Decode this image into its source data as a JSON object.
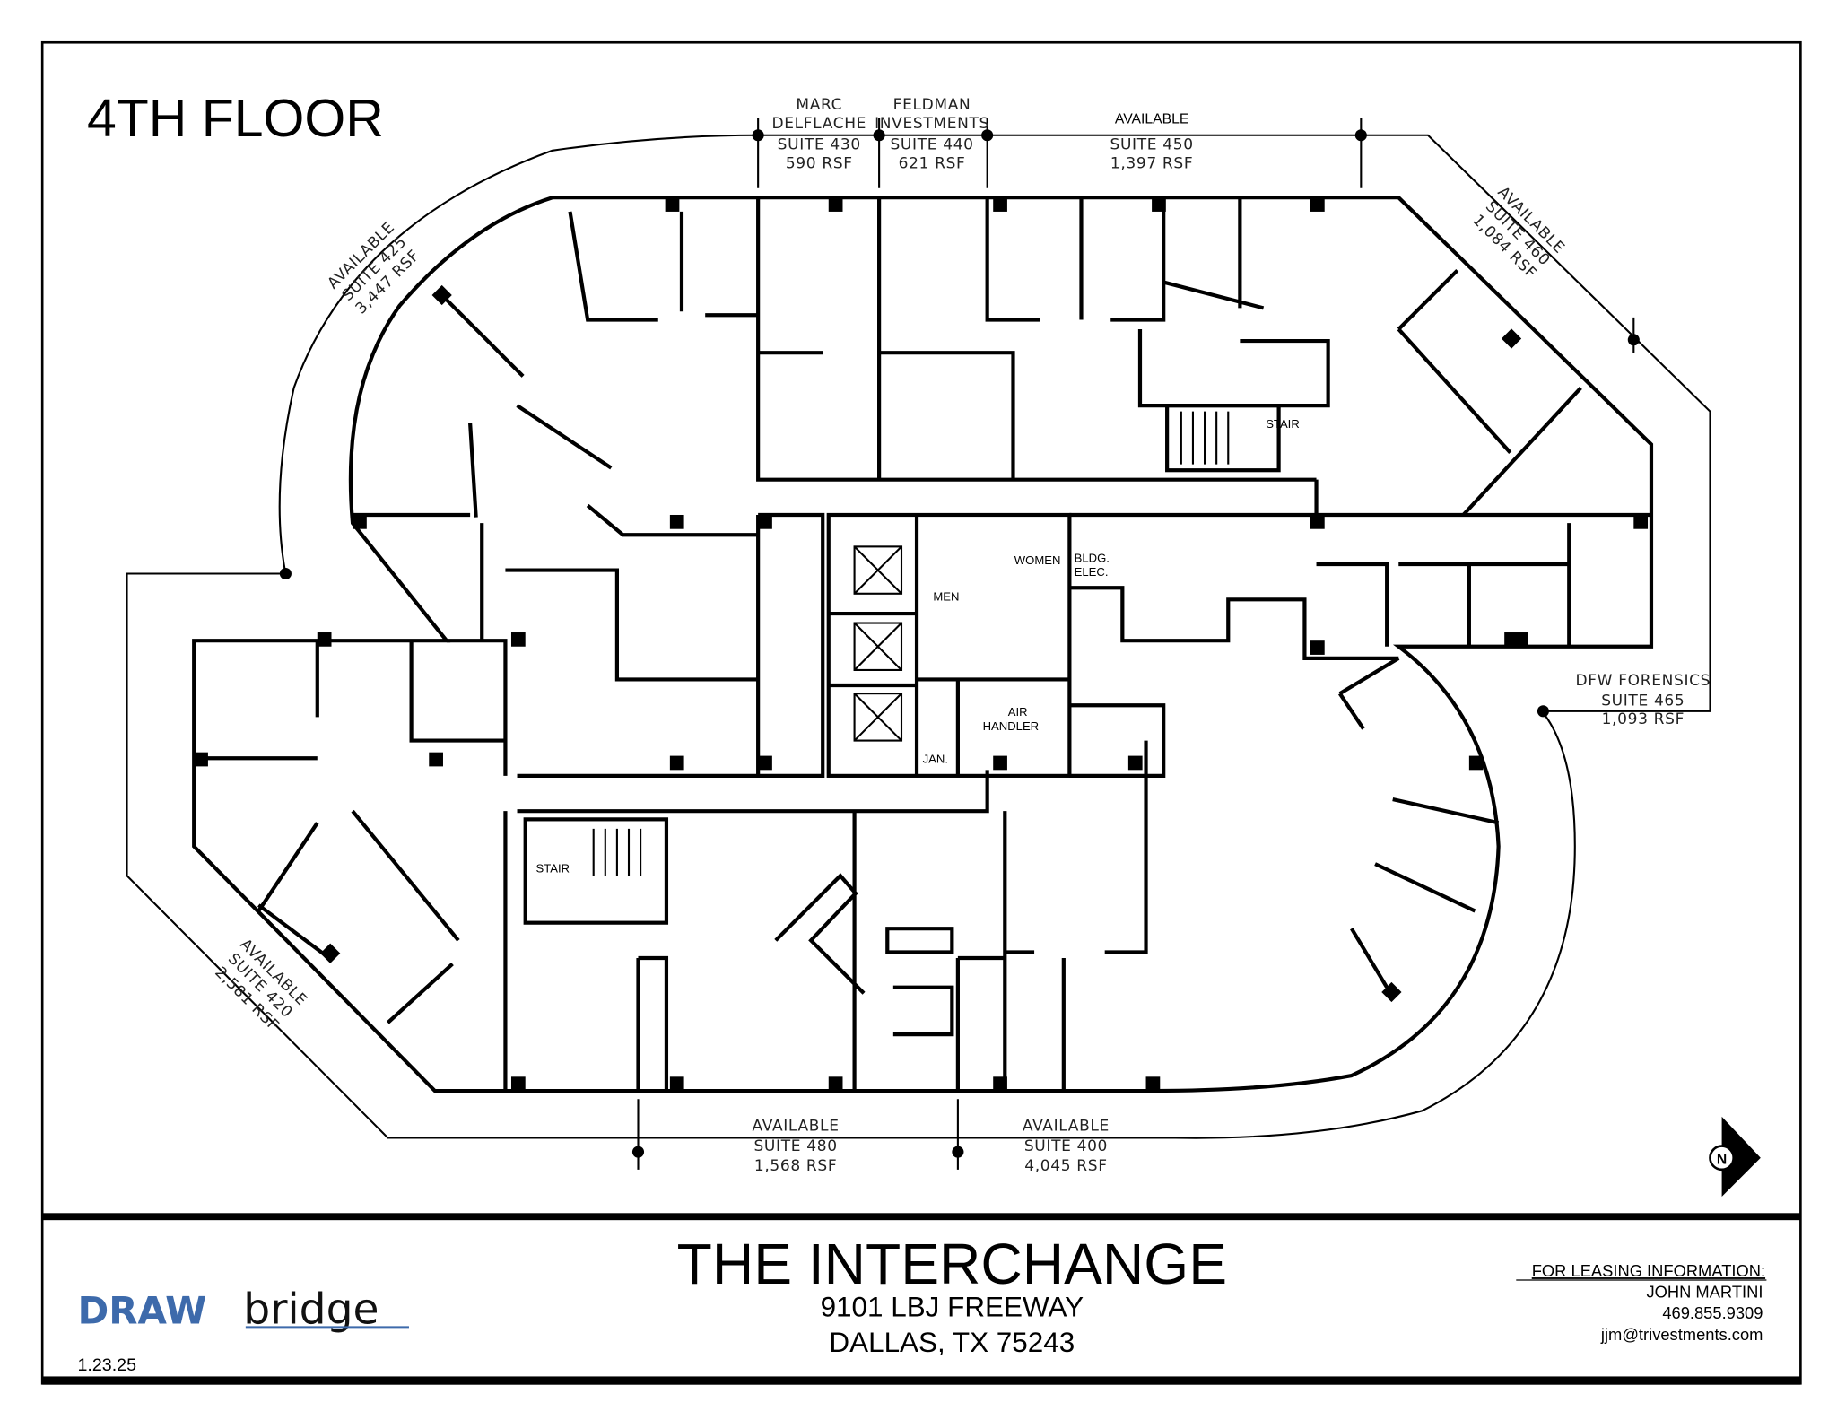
{
  "floor_title": "4TH FLOOR",
  "suites": {
    "s430": {
      "tenant_line1": "MARC",
      "tenant_line2": "DELFLACHE",
      "suite": "SUITE 430",
      "rsf": "590 RSF"
    },
    "s440": {
      "tenant_line1": "FELDMAN",
      "tenant_line2": "INVESTMENTS",
      "suite": "SUITE 440",
      "rsf": "621 RSF"
    },
    "s450": {
      "status": "AVAILABLE",
      "suite": "SUITE 450",
      "rsf": "1,397 RSF"
    },
    "s460": {
      "status": "AVAILABLE",
      "suite": "SUITE 460",
      "rsf": "1,084 RSF"
    },
    "s425": {
      "status": "AVAILABLE",
      "suite": "SUITE 425",
      "rsf": "3,447 RSF"
    },
    "s465": {
      "tenant": "DFW FORENSICS",
      "suite": "SUITE 465",
      "rsf": "1,093 RSF"
    },
    "s420": {
      "status": "AVAILABLE",
      "suite": "SUITE 420",
      "rsf": "2,581 RSF"
    },
    "s480": {
      "status": "AVAILABLE",
      "suite": "SUITE 480",
      "rsf": "1,568 RSF"
    },
    "s400": {
      "status": "AVAILABLE",
      "suite": "SUITE 400",
      "rsf": "4,045 RSF"
    }
  },
  "rooms": {
    "men": "MEN",
    "women": "WOMEN",
    "bldg_elec_1": "BLDG.",
    "bldg_elec_2": "ELEC.",
    "air_handler_1": "AIR",
    "air_handler_2": "HANDLER",
    "jan": "JAN.",
    "stair_east": "STAIR",
    "stair_west": "STAIR"
  },
  "north_label": "N",
  "footer": {
    "building_name": "THE INTERCHANGE",
    "address_line1": "9101 LBJ FREEWAY",
    "address_line2": "DALLAS, TX  75243",
    "logo_part1": "DRAW",
    "logo_part2": "bridge",
    "date": "1.23.25",
    "leasing_heading": "FOR LEASING INFORMATION:",
    "contact_name": "JOHN MARTINI",
    "contact_phone": "469.855.9309",
    "contact_email": "jjm@trivestments.com"
  },
  "colors": {
    "logo_blue": "#3d6aab",
    "ink": "#000000"
  }
}
